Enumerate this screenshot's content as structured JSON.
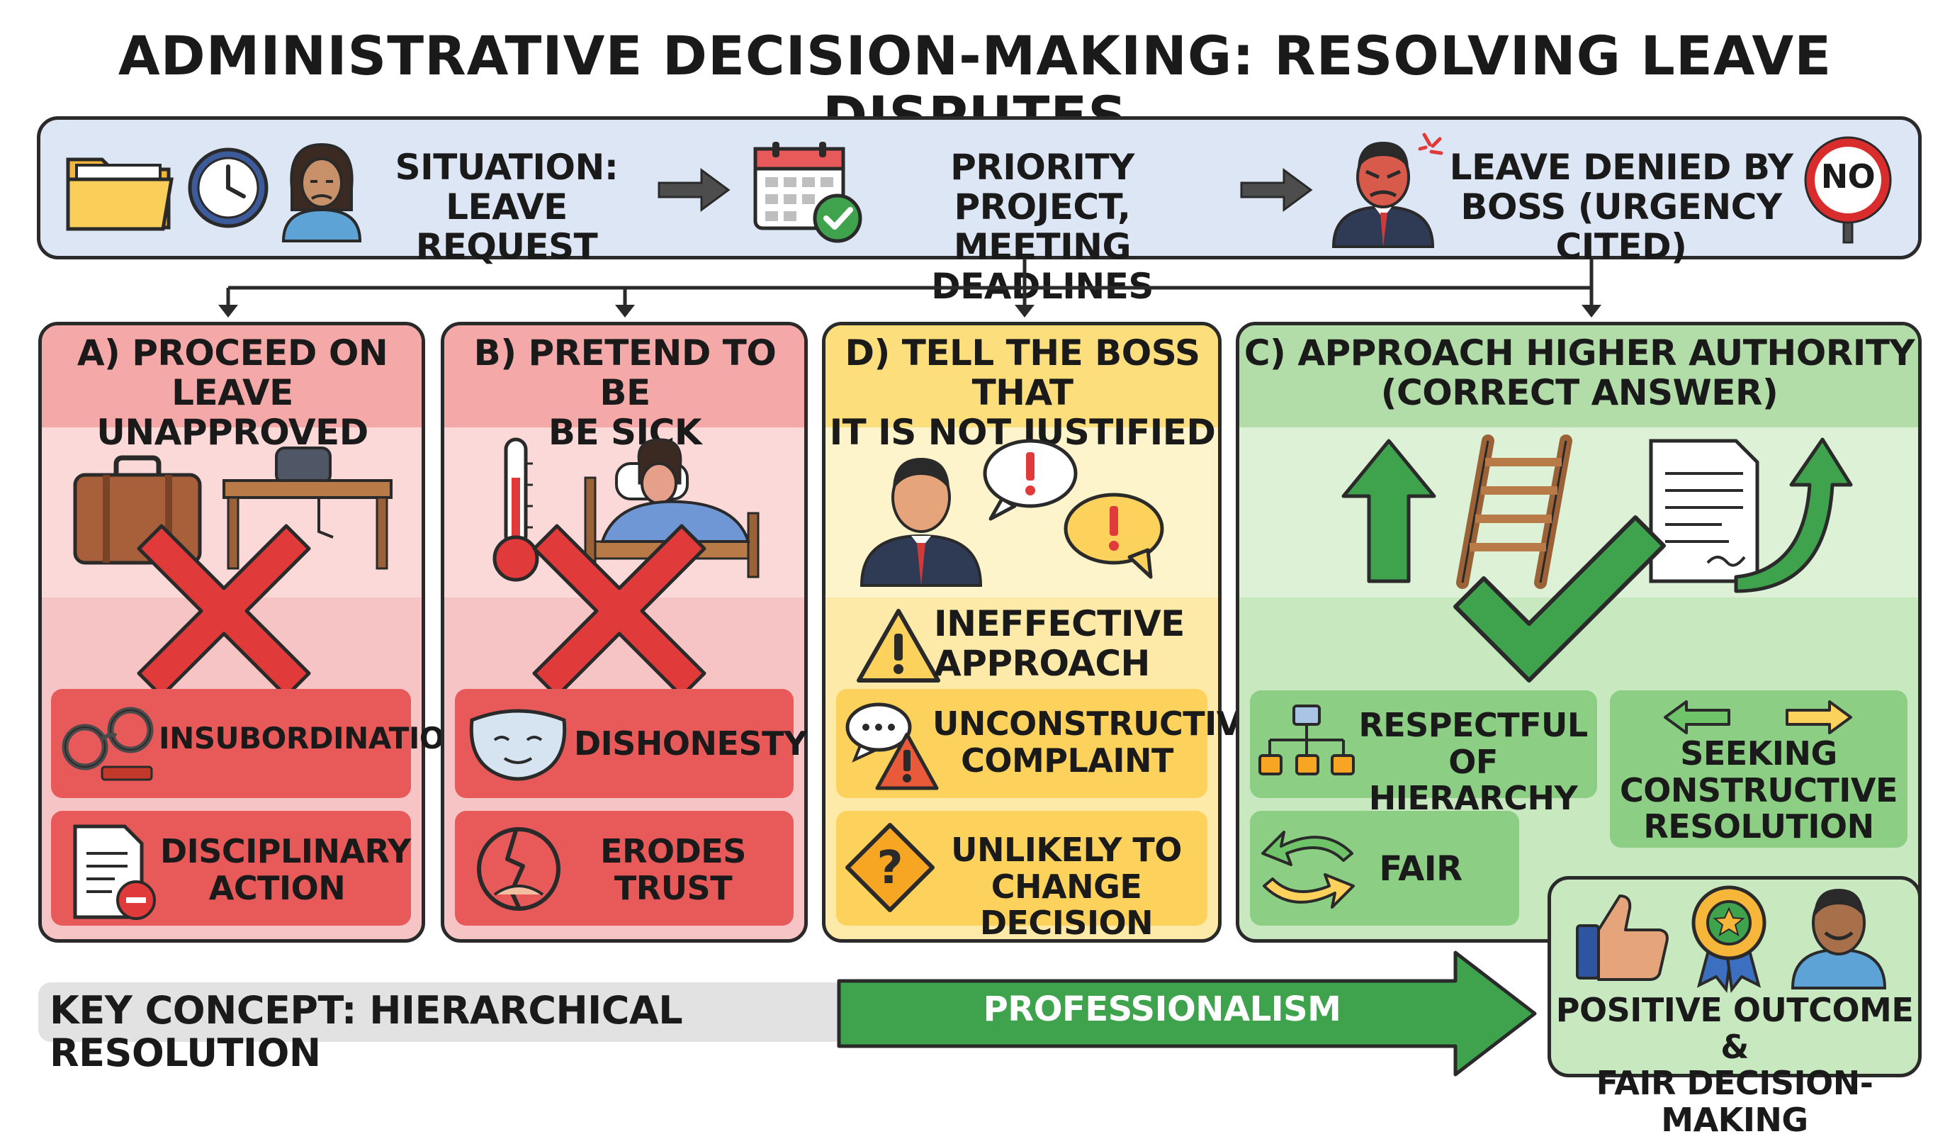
{
  "title": "ADMINISTRATIVE DECISION-MAKING: RESOLVING LEAVE DISPUTES",
  "flow": {
    "step1": "SITUATION:\nLEAVE REQUEST",
    "step2": "PRIORITY PROJECT,\nMEETING DEADLINES",
    "step3": "LEAVE DENIED BY\nBOSS (URGENCY CITED)",
    "no_sign": "NO"
  },
  "options": {
    "a": {
      "heading": "A) PROCEED ON LEAVE\nUNAPPROVED",
      "items": [
        "INSUBORDINATION",
        "DISCIPLINARY\nACTION"
      ]
    },
    "b": {
      "heading": "B) PRETEND TO BE\nBE SICK",
      "items": [
        "DISHONESTY",
        "ERODES\nTRUST"
      ]
    },
    "d": {
      "heading": "D) TELL THE BOSS THAT\nIT IS NOT JUSTIFIED",
      "items": [
        "INEFFECTIVE\nAPPROACH",
        "UNCONSTRUCTIVE\nCOMPLAINT",
        "UNLIKELY TO\nCHANGE DECISION"
      ]
    },
    "c": {
      "heading": "C) APPROACH HIGHER AUTHORITY\n(CORRECT ANSWER)",
      "items": [
        "RESPECTFUL OF\nHIERARCHY",
        "SEEKING\nCONSTRUCTIVE\nRESOLUTION",
        "FAIR"
      ]
    }
  },
  "footer": {
    "key_concept": "KEY CONCEPT: HIERARCHICAL RESOLUTION",
    "arrow_label": "PROFESSIONALISM",
    "outcome": "POSITIVE OUTCOME &\nFAIR DECISION-MAKING"
  },
  "colors": {
    "red_panel": "#f6c4c4",
    "red_item": "#e85a5a",
    "yellow_panel": "#fde9a8",
    "yellow_item": "#fcd25c",
    "green_panel": "#c8e8c0",
    "green_item": "#8ccf84",
    "flow_bar": "#dde6f4",
    "arrow_green": "#3fa34d",
    "cross_red": "#e03a3a"
  }
}
